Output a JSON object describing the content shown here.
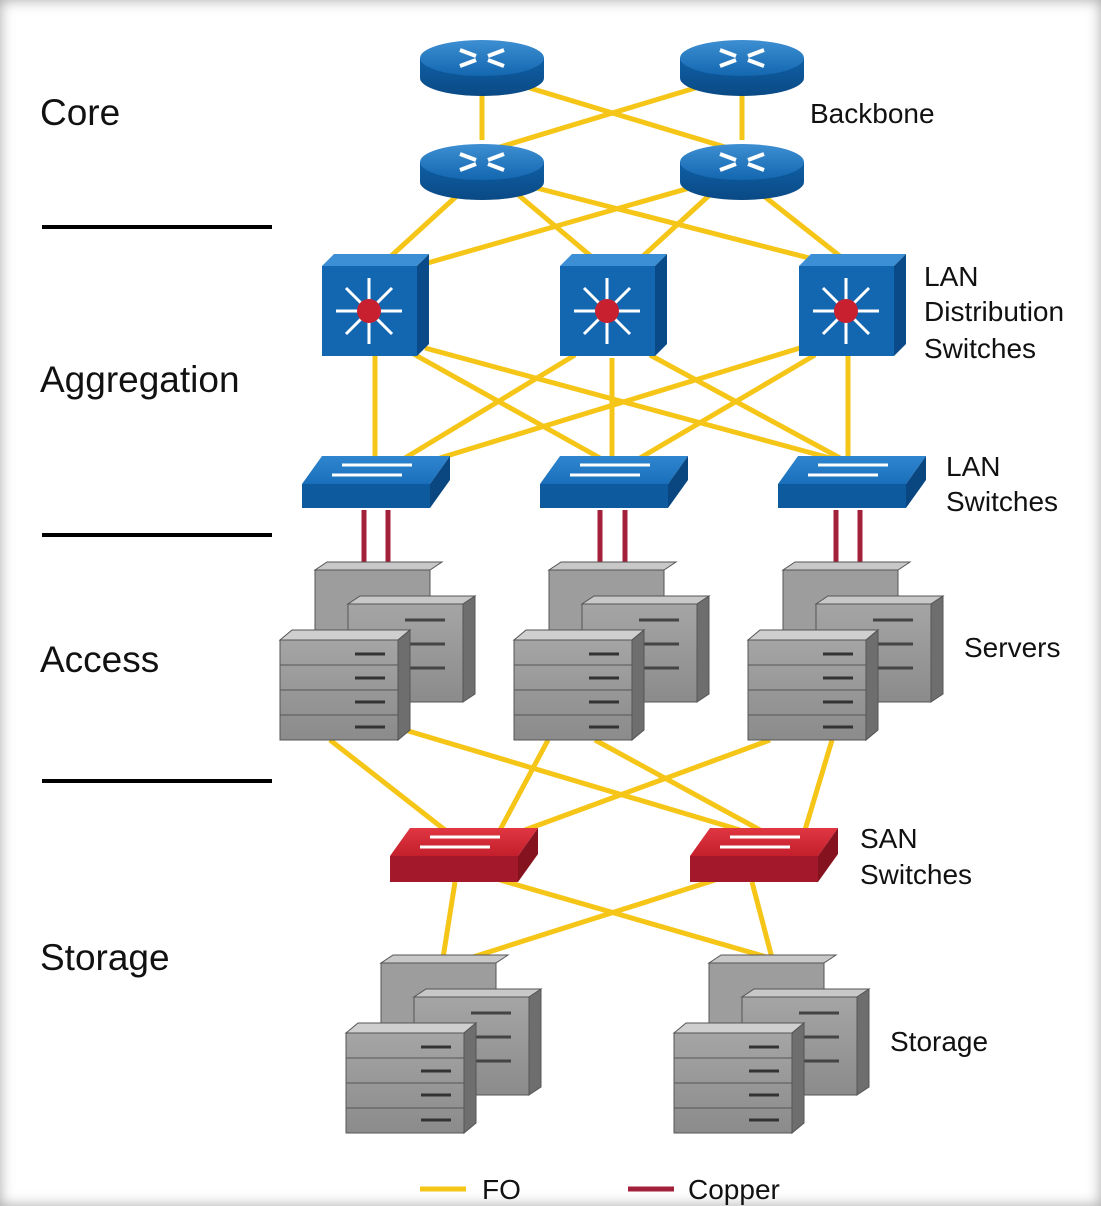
{
  "tiers": [
    "Core",
    "Aggregation",
    "Access",
    "Storage"
  ],
  "device_labels": {
    "backbone": [
      "Backbone"
    ],
    "lan_distribution": [
      "LAN",
      "Distribution",
      "Switches"
    ],
    "lan_switches": [
      "LAN",
      "Switches"
    ],
    "servers": [
      "Servers"
    ],
    "san_switches": [
      "SAN",
      "Switches"
    ],
    "storage": [
      "Storage"
    ]
  },
  "legend": [
    {
      "label": "FO",
      "color": "#f5c518"
    },
    {
      "label": "Copper",
      "color": "#a3203a"
    }
  ],
  "colors": {
    "fiber": "#f5c518",
    "copper": "#a3203a",
    "router": "#1367b0",
    "lan_switch": "#1873c0",
    "san_switch": "#c8202f",
    "server": "#8a8a8a"
  },
  "icons": [
    "router-icon",
    "multilayer-switch-icon",
    "lan-switch-icon",
    "server-stack-icon",
    "san-switch-icon",
    "storage-stack-icon"
  ]
}
